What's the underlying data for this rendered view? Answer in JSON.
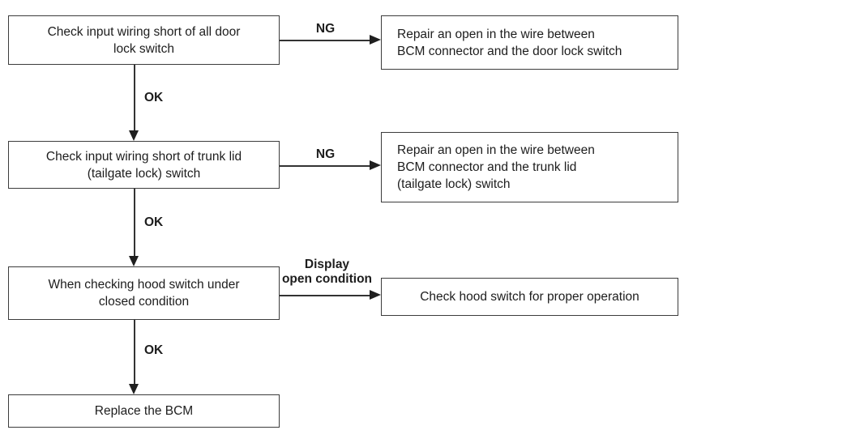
{
  "colors": {
    "background": "#ffffff",
    "box_border": "#3c3c3c",
    "line": "#333333",
    "text": "#1d1d1d"
  },
  "flowchart": {
    "steps": [
      {
        "text": "Check input wiring short of all door\nlock switch",
        "branch_label": "NG",
        "branch_text": "Repair an open in the wire between\nBCM connector and the door lock switch",
        "next_label": "OK"
      },
      {
        "text": "Check input wiring short of trunk lid\n(tailgate lock) switch",
        "branch_label": "NG",
        "branch_text": "Repair an open in the wire between\nBCM connector and the trunk lid\n(tailgate lock) switch",
        "next_label": "OK"
      },
      {
        "text": "When checking hood switch under\nclosed condition",
        "branch_label": "Display\nopen condition",
        "branch_text": "Check hood switch for proper operation",
        "next_label": "OK"
      },
      {
        "text": "Replace the BCM"
      }
    ]
  }
}
